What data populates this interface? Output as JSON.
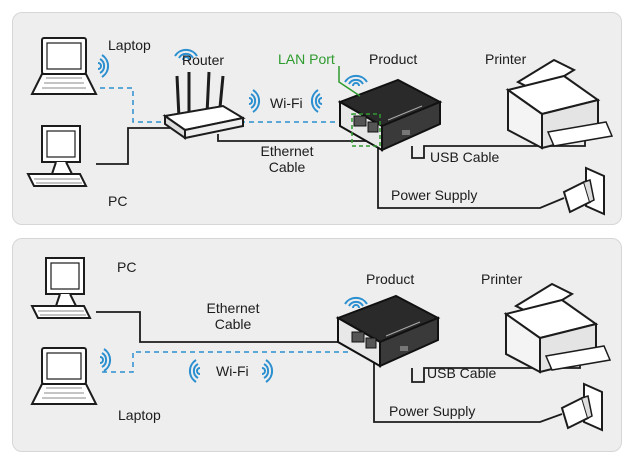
{
  "top": {
    "laptop": "Laptop",
    "router": "Router",
    "lan_port": "LAN Port",
    "product": "Product",
    "printer": "Printer",
    "wifi": "Wi-Fi",
    "ethernet_line1": "Ethernet",
    "ethernet_line2": "Cable",
    "usb_cable": "USB Cable",
    "pc": "PC",
    "power_supply": "Power Supply"
  },
  "bottom": {
    "pc": "PC",
    "product": "Product",
    "printer": "Printer",
    "ethernet_line1": "Ethernet",
    "ethernet_line2": "Cable",
    "wifi": "Wi-Fi",
    "usb_cable": "USB Cable",
    "laptop": "Laptop",
    "power_supply": "Power Supply"
  },
  "colors": {
    "panel_bg": "#eeeeee",
    "wifi_blue": "#2b8fd0",
    "lan_green": "#2e9b2e",
    "line_dark": "#1c1c1c"
  }
}
